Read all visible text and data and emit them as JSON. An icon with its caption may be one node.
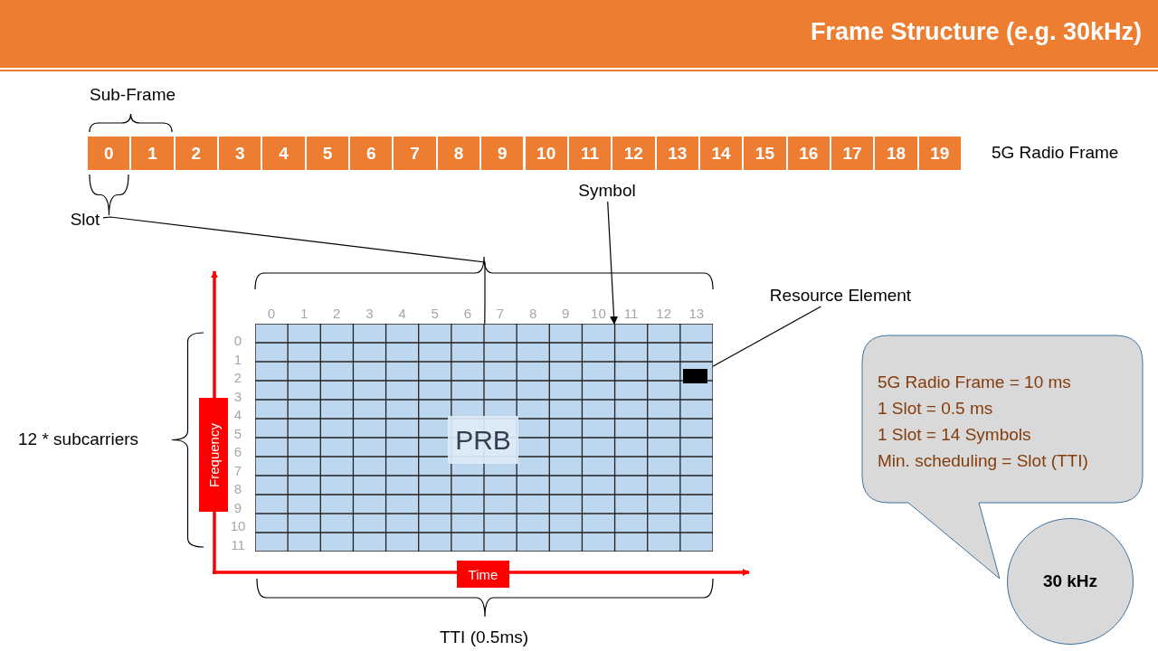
{
  "diagram": {
    "title": "Frame Structure (e.g. 30kHz)",
    "nodes": [
      {
        "text": [
          "0"
        ]
      },
      {
        "text": [
          "1"
        ]
      },
      {
        "text": [
          "2"
        ]
      },
      {
        "text": [
          "3"
        ]
      },
      {
        "text": [
          "4"
        ]
      },
      {
        "text": [
          "5"
        ]
      },
      {
        "text": [
          "6"
        ]
      },
      {
        "text": [
          "7"
        ]
      },
      {
        "text": [
          "8"
        ]
      },
      {
        "text": [
          "9"
        ]
      },
      {
        "text": [
          "10"
        ]
      },
      {
        "text": [
          "11"
        ]
      },
      {
        "text": [
          "12"
        ]
      },
      {
        "text": [
          "13"
        ]
      },
      {
        "text": [
          "14"
        ]
      },
      {
        "text": [
          "15"
        ]
      },
      {
        "text": [
          "16"
        ]
      },
      {
        "text": [
          "17"
        ]
      },
      {
        "text": [
          "18"
        ]
      },
      {
        "text": [
          "19"
        ]
      },
      {
        "text": [
          "Slot"
        ]
      },
      {
        "text": [
          "Symbol"
        ]
      },
      {
        "text": [
          "Resource Element"
        ]
      },
      {
        "text": [
          "PRB"
        ]
      },
      {
        "text": [],
        "shape": "box",
        "in": 23
      },
      {
        "text": [
          "5G Radio Frame = 10 ms",
          "1 Slot = 0.5 ms",
          "1 Slot = 14 Symbols",
          "Min. scheduling = Slot (TTI)"
        ]
      },
      {
        "text": [
          "30 kHz"
        ]
      }
    ],
    "edges": [
      {
        "from": 20,
        "to": 23,
        "arrow": "none"
      },
      {
        "from": 21,
        "to": 23,
        "arrow": "to"
      },
      {
        "from": 22,
        "to": 24,
        "arrow": "none"
      }
    ],
    "labels": [
      "Sub-Frame",
      "5G Radio Frame",
      "0",
      "1",
      "2",
      "3",
      "4",
      "5",
      "6",
      "7",
      "8",
      "9",
      "10",
      "11",
      "12",
      "13",
      "12 * subcarriers",
      "0",
      "1",
      "2",
      "3",
      "4",
      "5",
      "6",
      "7",
      "8",
      "9",
      "10",
      "11",
      "Frequency",
      "Time",
      "TTI (0.5ms)"
    ]
  }
}
